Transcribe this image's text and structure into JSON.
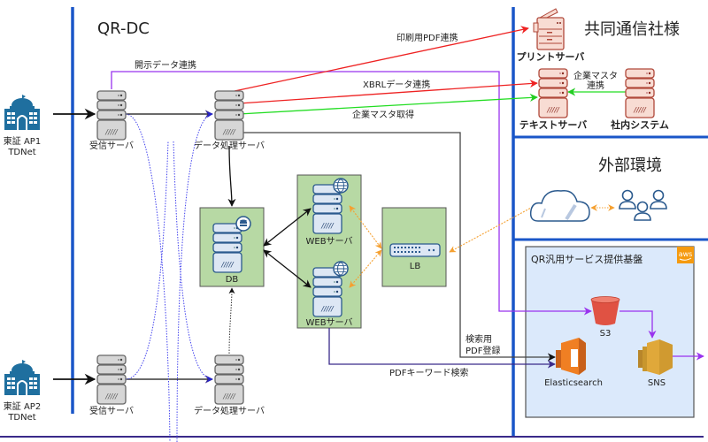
{
  "zones": {
    "qrdc": "QR-DC",
    "kyodo": "共同通信社様",
    "external": "外部環境",
    "aws_platform": "QR汎用サービス提供基盤",
    "aws_badge": "aws"
  },
  "sources": [
    {
      "line1": "東証 AP1",
      "line2": "TDNet"
    },
    {
      "line1": "東証 AP2",
      "line2": "TDNet"
    }
  ],
  "servers": {
    "recv1": "受信サーバ",
    "proc1": "データ処理サーバ",
    "recv2": "受信サーバ",
    "proc2": "データ処理サーバ",
    "db": "DB",
    "web1": "WEBサーバ",
    "web2": "WEBサーバ",
    "lb": "LB",
    "print": "プリントサーバ",
    "text": "テキストサーバ",
    "internal": "社内システム",
    "s3": "S3",
    "es": "Elasticsearch",
    "sns": "SNS"
  },
  "flows": {
    "disclosure": "開示データ連携",
    "print_pdf": "印刷用PDF連携",
    "xbrl": "XBRLデータ連携",
    "company_master_get": "企業マスタ取得",
    "company_master_link_1": "企業マスタ",
    "company_master_link_2": "連携",
    "search_pdf_1": "検索用",
    "search_pdf_2": "PDF登録",
    "pdf_keyword": "PDFキーワード検索"
  },
  "colors": {
    "zone_line": "#1a56c8",
    "red": "#ee2222",
    "green": "#22dd22",
    "purple": "#9933ee",
    "navy": "#3a2a8a",
    "orange": "#f5a030",
    "green_box": "#b7d9a4",
    "aws_bg": "#dbe9fb",
    "server_gray": "#d8d8d8",
    "server_red": "#f5d5cc",
    "server_blue": "#dbe6f5",
    "tse_blue": "#1f6f9f"
  }
}
